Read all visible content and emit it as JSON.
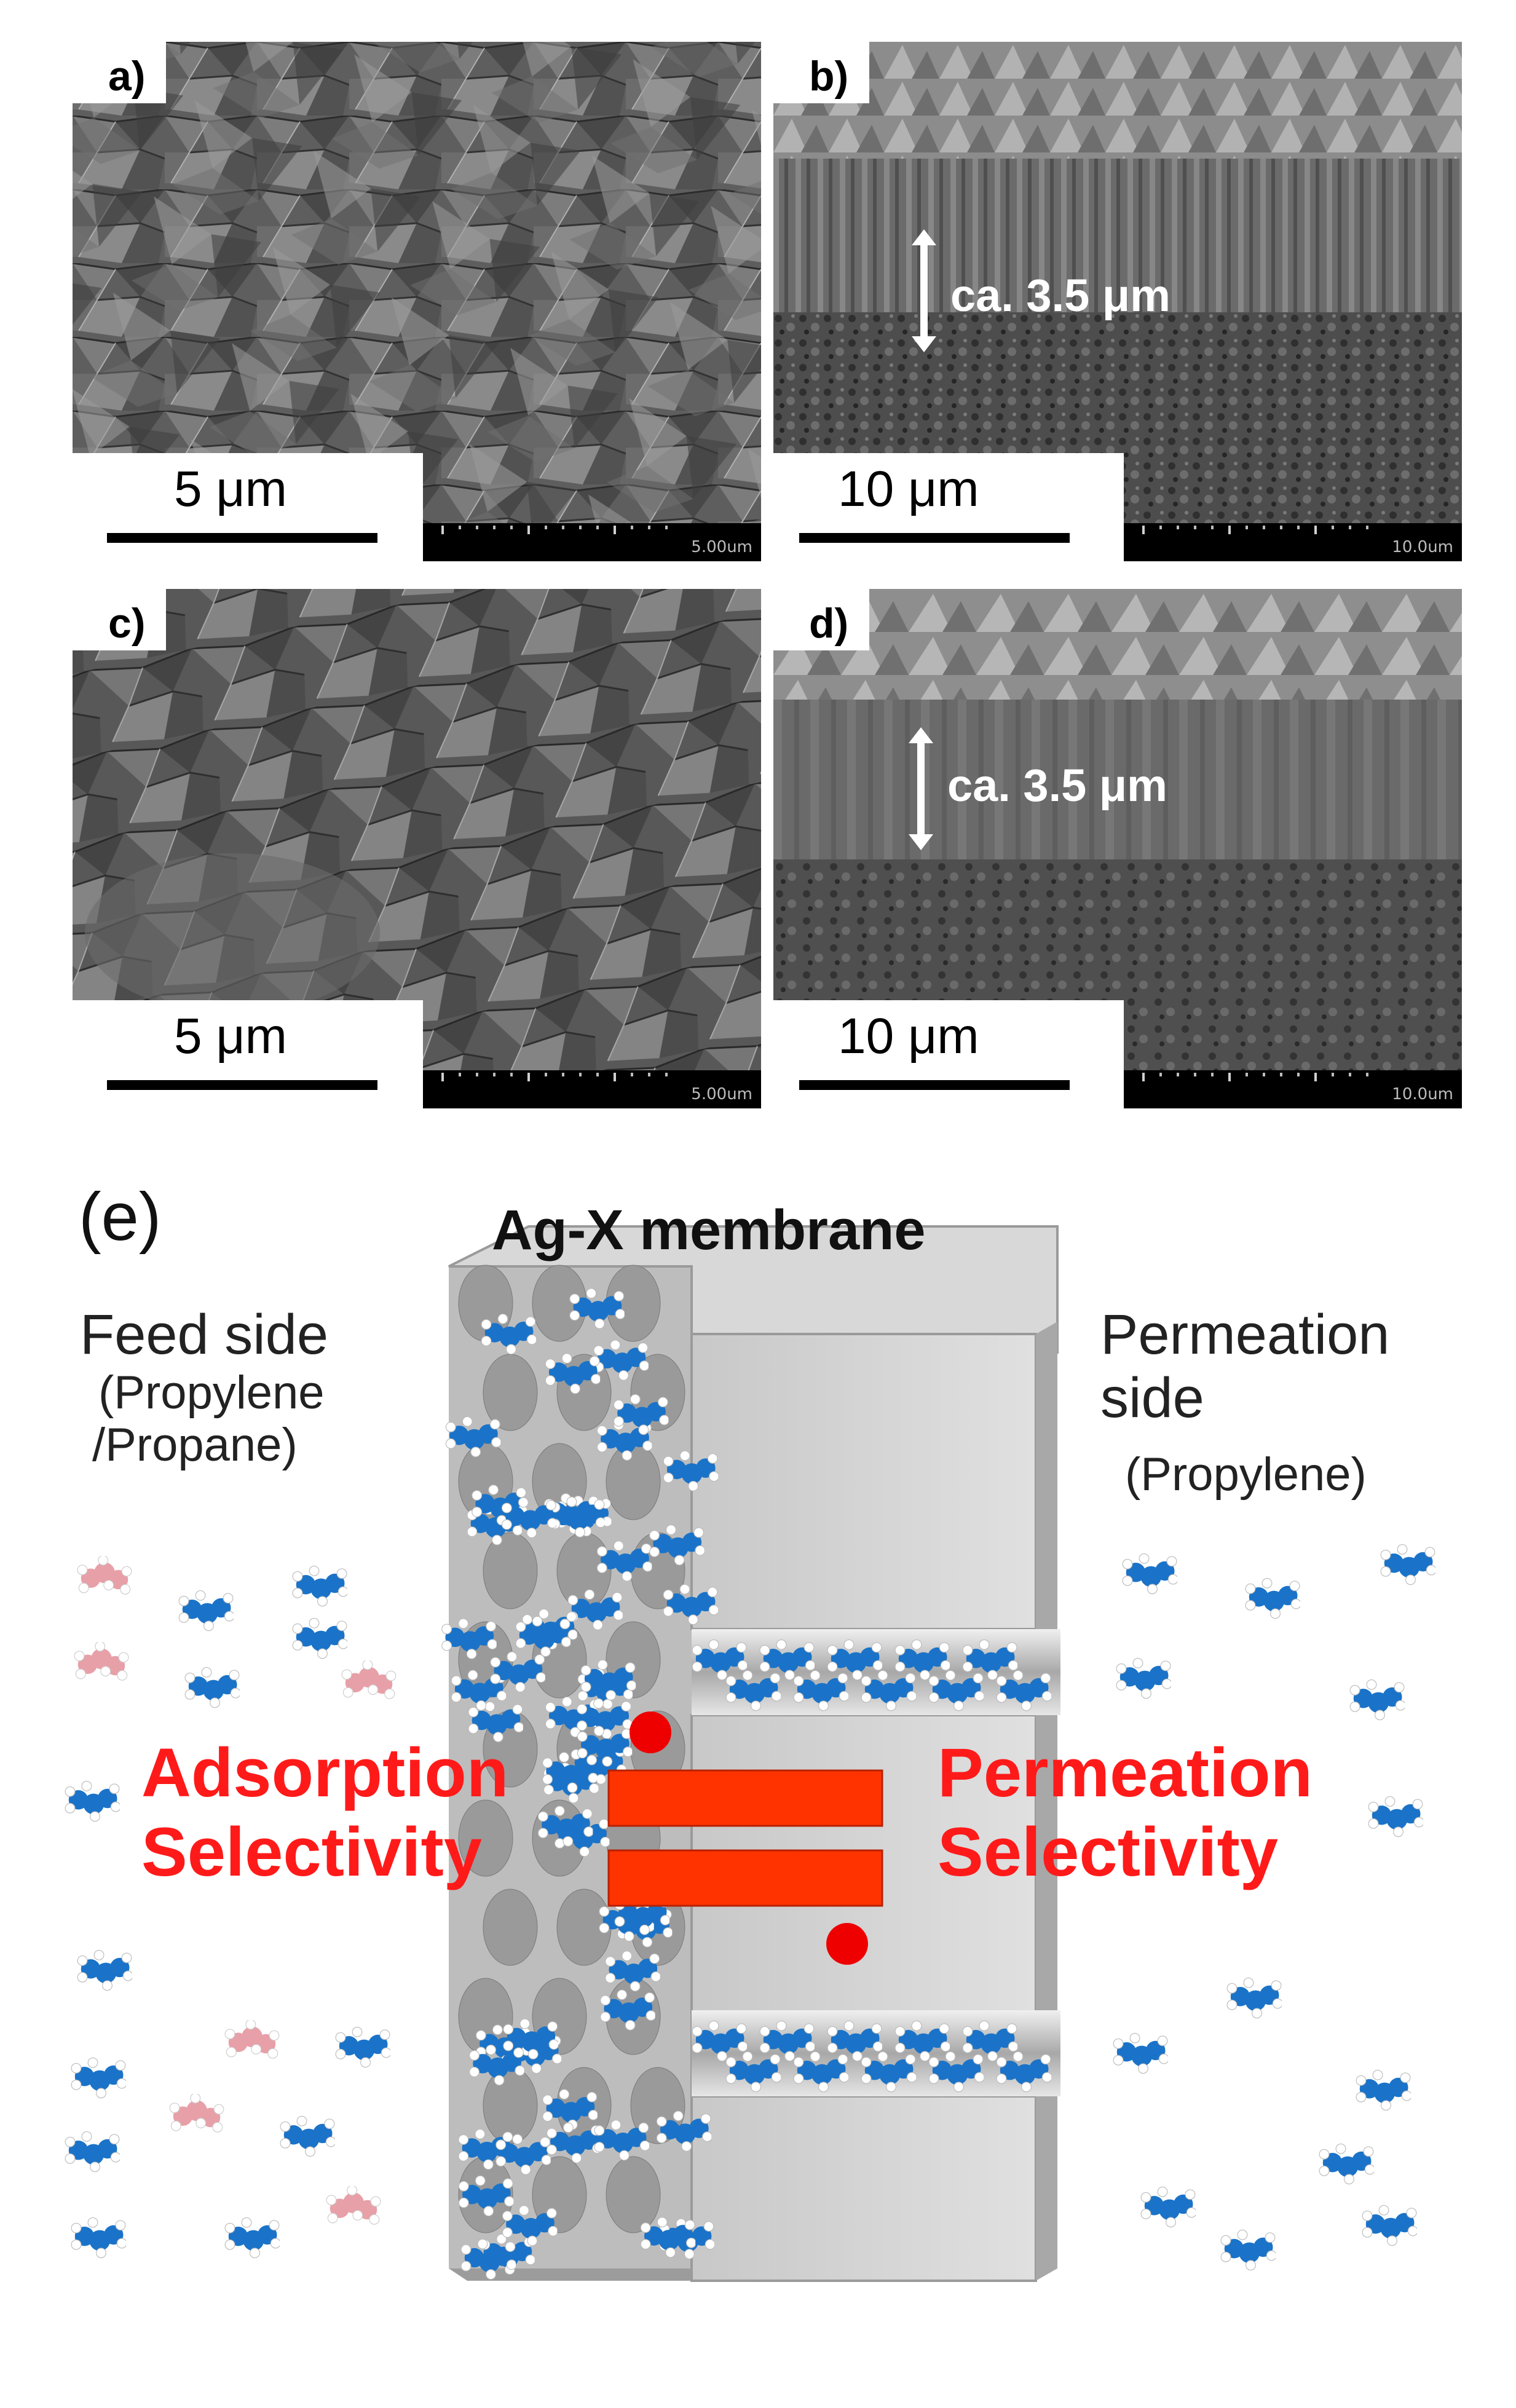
{
  "panels": {
    "a": {
      "label": "a)",
      "scale_text": "5 μm",
      "info": "5.00um"
    },
    "b": {
      "label": "b)",
      "scale_text": "10 μm",
      "info": "10.0um",
      "thickness": "ca. 3.5 μm"
    },
    "c": {
      "label": "c)",
      "scale_text": "5 μm",
      "info": "5.00um"
    },
    "d": {
      "label": "d)",
      "scale_text": "10 μm",
      "info": "10.0um",
      "thickness": "ca. 3.5 μm"
    }
  },
  "schematic": {
    "label": "(e)",
    "title": "Ag-X membrane",
    "feed_side": {
      "line1": "Feed side",
      "line2": "(Propylene",
      "line3": "/Propane)"
    },
    "permeation_side": {
      "line1": "Permeation",
      "line2": "side",
      "line3": "(Propylene)"
    },
    "left_selectivity": {
      "line1": "Adsorption",
      "line2": "Selectivity"
    },
    "right_selectivity": {
      "line1": "Permeation",
      "line2": "Selectivity"
    },
    "colors": {
      "accent_red": "#ff1a1a",
      "equals_fill": "#ff3300",
      "propylene_blue": "#1a73c8",
      "propane_pink": "#e8a0a8",
      "membrane_gray": "#d4d4d4"
    }
  }
}
